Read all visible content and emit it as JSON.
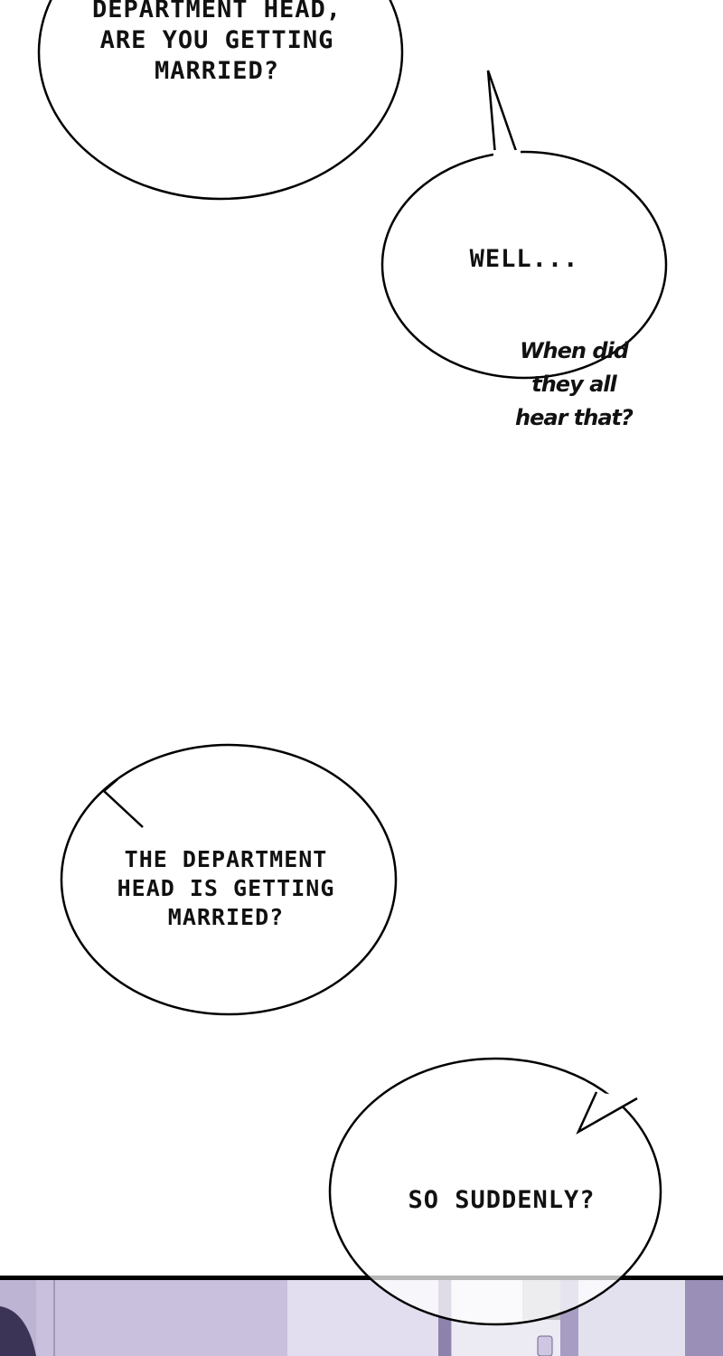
{
  "colors": {
    "panel_bg": "#c8c0dc",
    "panel_border": "#000000",
    "bubble_fill": "#ffffff",
    "bubble_stroke": "#000000"
  },
  "bubbles": [
    {
      "text": "Department head, are you getting married?"
    },
    {
      "text": "Well..."
    },
    {
      "text": "The department head is getting married?"
    },
    {
      "text": "So suddenly?"
    }
  ],
  "aside": {
    "text": "When did they all hear that?"
  }
}
